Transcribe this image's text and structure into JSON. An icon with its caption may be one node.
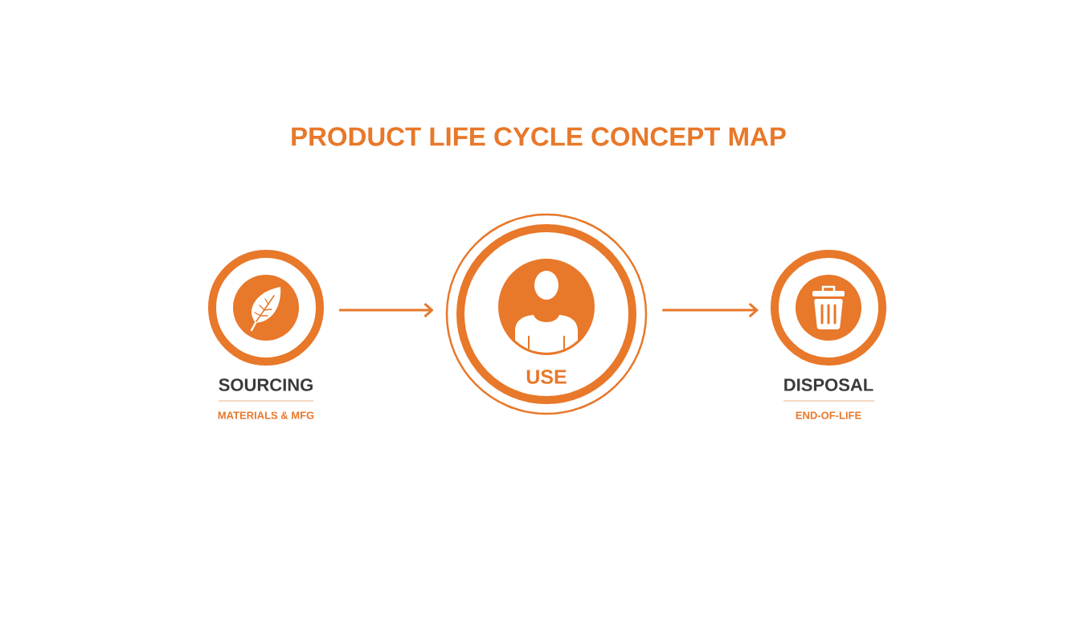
{
  "diagram": {
    "title": "PRODUCT LIFE CYCLE CONCEPT MAP",
    "nodes": [
      {
        "text": [
          "SOURCING",
          "MATERIALS & MFG"
        ]
      },
      {
        "text": [
          "USE"
        ]
      },
      {
        "text": [
          "DISPOSAL",
          "END-OF-LIFE"
        ]
      }
    ],
    "edges": [
      {
        "from": 0,
        "to": 1,
        "arrow": "to"
      },
      {
        "from": 1,
        "to": 2,
        "arrow": "to"
      }
    ]
  }
}
